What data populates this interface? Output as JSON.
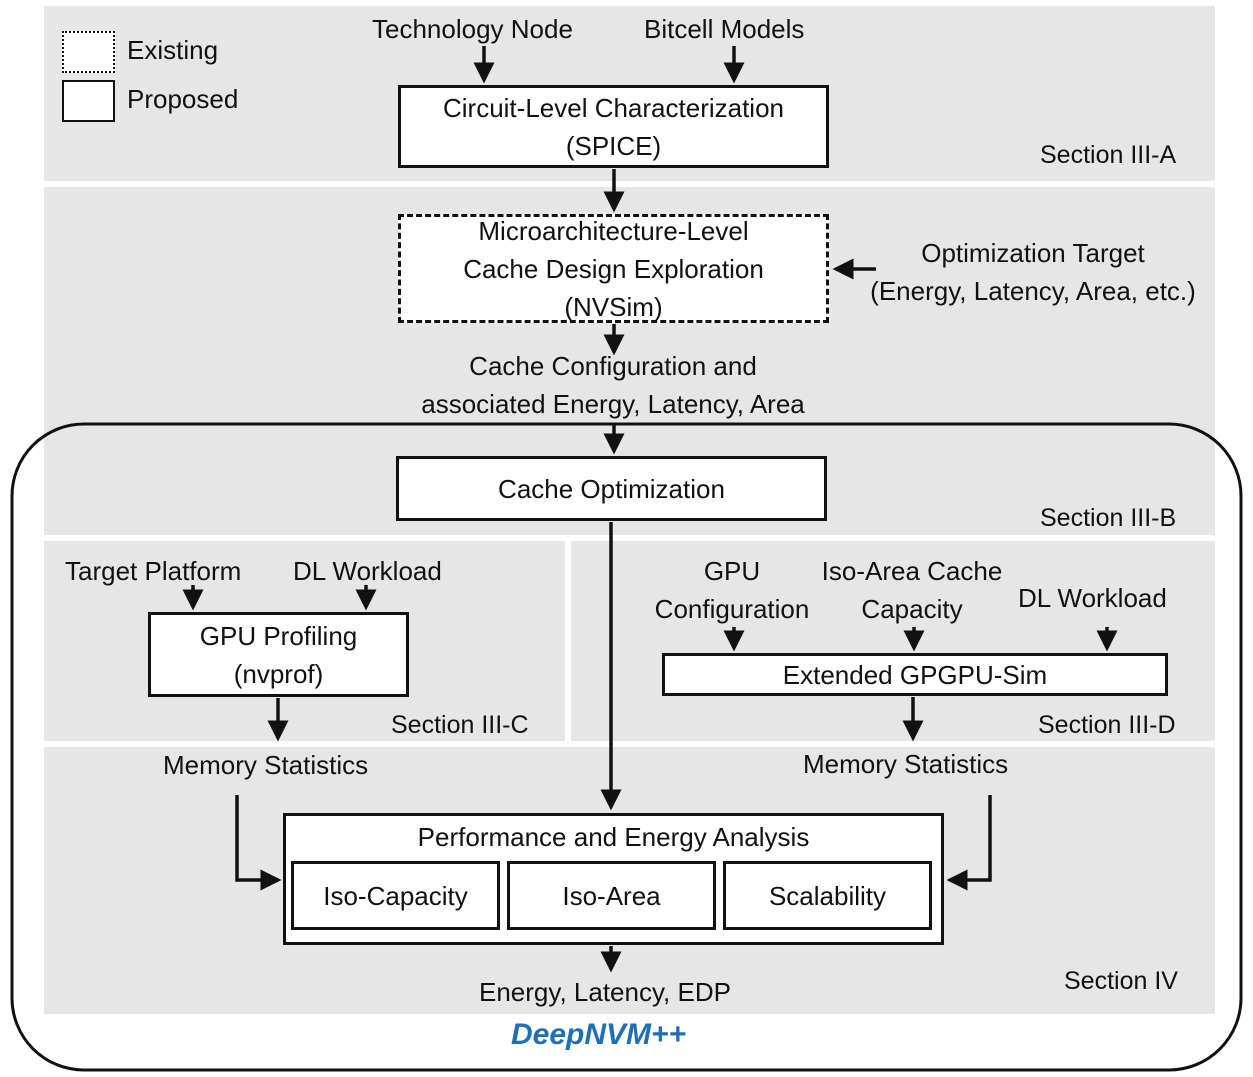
{
  "legend": {
    "existing": "Existing",
    "proposed": "Proposed"
  },
  "inputs": {
    "technology_node": "Technology Node",
    "bitcell_models": "Bitcell Models"
  },
  "circuit_box": {
    "line1": "Circuit-Level Characterization",
    "line2": "(SPICE)"
  },
  "section_a": "Section III-A",
  "micro_box": {
    "line1": "Microarchitecture-Level",
    "line2": "Cache Design Exploration",
    "line3": "(NVSim)"
  },
  "optimization_target": {
    "line1": "Optimization Target",
    "line2": "(Energy, Latency, Area, etc.)"
  },
  "cache_config": {
    "line1": "Cache Configuration and",
    "line2": "associated Energy, Latency, Area"
  },
  "cache_opt_box": "Cache Optimization",
  "section_b": "Section III-B",
  "left_panel": {
    "target_platform": "Target Platform",
    "dl_workload": "DL Workload",
    "gpu_profiling": {
      "line1": "GPU Profiling",
      "line2": "(nvprof)"
    },
    "section": "Section III-C",
    "memory_stats": "Memory Statistics"
  },
  "right_panel": {
    "gpu_config": {
      "line1": "GPU",
      "line2": "Configuration"
    },
    "iso_area_cache": {
      "line1": "Iso-Area Cache",
      "line2": "Capacity"
    },
    "dl_workload": "DL Workload",
    "gpgpu_sim": "Extended GPGPU-Sim",
    "section": "Section III-D",
    "memory_stats": "Memory Statistics"
  },
  "analysis_box": {
    "title": "Performance and Energy Analysis",
    "iso_capacity": "Iso-Capacity",
    "iso_area": "Iso-Area",
    "scalability": "Scalability"
  },
  "outputs": "Energy, Latency, EDP",
  "section_iv": "Section IV",
  "brand": "DeepNVM++",
  "colors": {
    "panel": "#e6e6e6",
    "brand": "#1f6fb8",
    "line": "#111111"
  }
}
